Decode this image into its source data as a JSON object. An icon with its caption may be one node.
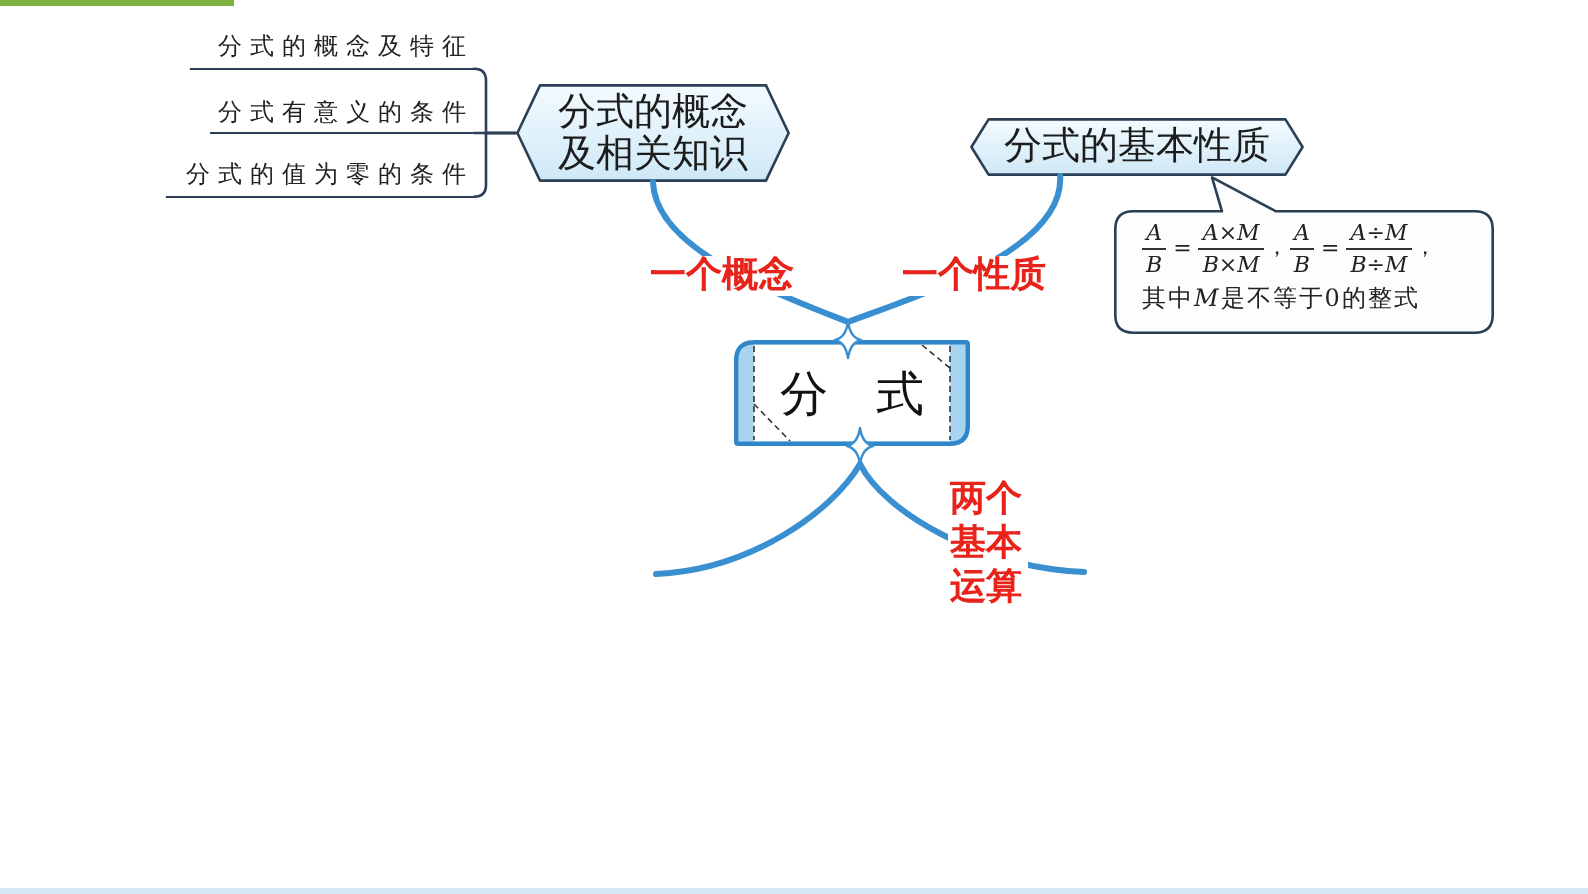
{
  "diagram": {
    "nodes": [
      {
        "text": [
          "分式的概念及特征"
        ]
      },
      {
        "text": [
          "分式有意义的条件"
        ]
      },
      {
        "text": [
          "分式的值为零的条件"
        ]
      },
      {
        "text": [
          "分式的概念及相关知识"
        ]
      },
      {
        "text": [
          "分式的基本性质"
        ]
      },
      {
        "text": [
          "A B = A×M B×M，A B = A÷M B÷M，",
          "其中M是不等于0的整式"
        ]
      },
      {
        "text": [
          "分式"
        ]
      }
    ],
    "edges": [
      {
        "from": 3,
        "to": 0,
        "arrow": "none",
        "color": "#2b3f55"
      },
      {
        "from": 3,
        "to": 1,
        "arrow": "none",
        "color": "#2b3f55"
      },
      {
        "from": 3,
        "to": 2,
        "arrow": "none",
        "color": "#2b3f55"
      },
      {
        "from": 3,
        "to": 6,
        "arrow": "none",
        "label": "一个概念"
      },
      {
        "from": 4,
        "to": 6,
        "arrow": "none",
        "label": "一个性质"
      },
      {
        "from": 6,
        "to": null,
        "arrow": "none",
        "label": "两个基本运算"
      },
      {
        "from": 6,
        "to": null,
        "arrow": "none"
      }
    ]
  }
}
